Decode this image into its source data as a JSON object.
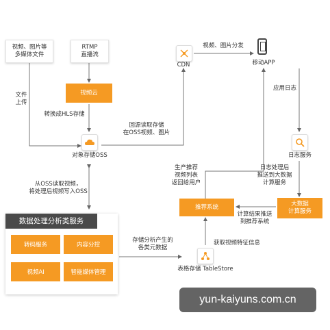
{
  "nodes": {
    "media_files": "视频、图片等\n多媒体文件",
    "rtmp": "RTMP\n直播流",
    "video_cloud": "视频云",
    "cdn": "CDN",
    "mobile_app": "移动APP",
    "oss": "对象存储OSS",
    "log_service": "日志服务",
    "recommend_system": "推荐系统",
    "big_data": "大数据\n计算服务",
    "tablestore": "表格存储 TableStore"
  },
  "edge_labels": {
    "file_upload": "文件\n上传",
    "convert_hls": "转换成HLS存储",
    "video_image_dist": "视频、图片分发",
    "app_log": "应用日志",
    "back_to_origin": "回源读取存储\n在OSS视频、图片",
    "read_from_oss": "从OSS读取视频，\n将处理后视频写入OSS",
    "gen_recommend": "生产推荐\n视频列表\n返回给用户",
    "log_push": "日志处理后\n推送到大数据\n计算服务",
    "calc_push": "计算结果推送\n到推荐系统",
    "store_meta": "存储分析产生的\n各类元数据",
    "get_features": "获取视频特征信息"
  },
  "panel": {
    "title": "数据处理分析类服务",
    "services": [
      "转码服务",
      "内容分控",
      "视频AI",
      "智能媒体管理"
    ]
  },
  "watermark": "yun-kaiyuns.com.cn",
  "colors": {
    "accent": "#f59a23",
    "panel_title_bg": "#4a4a4a",
    "line": "#666666"
  }
}
